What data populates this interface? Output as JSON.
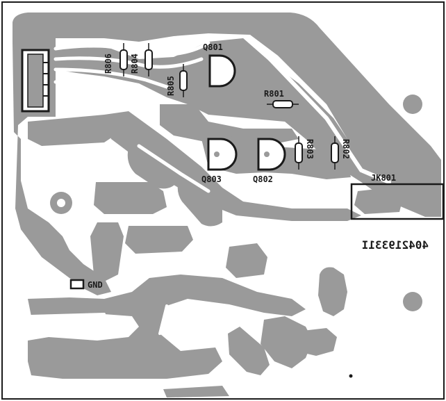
{
  "board": {
    "part_number": "404219331I",
    "copper_color": "#9a9a9a",
    "background_color": "#ffffff",
    "ink_color": "#1a1a1a"
  },
  "labels": {
    "r806": "R806",
    "r804": "R804",
    "r805": "R805",
    "q801": "Q801",
    "r801": "R801",
    "q803": "Q803",
    "q802": "Q802",
    "r803": "R803",
    "r802": "R802",
    "jk801": "JK801",
    "gnd": "GND"
  },
  "icons": {
    "connector": "connector-icon",
    "transistor": "transistor-icon",
    "resistor": "resistor-icon",
    "ground": "ground-pad-icon"
  }
}
